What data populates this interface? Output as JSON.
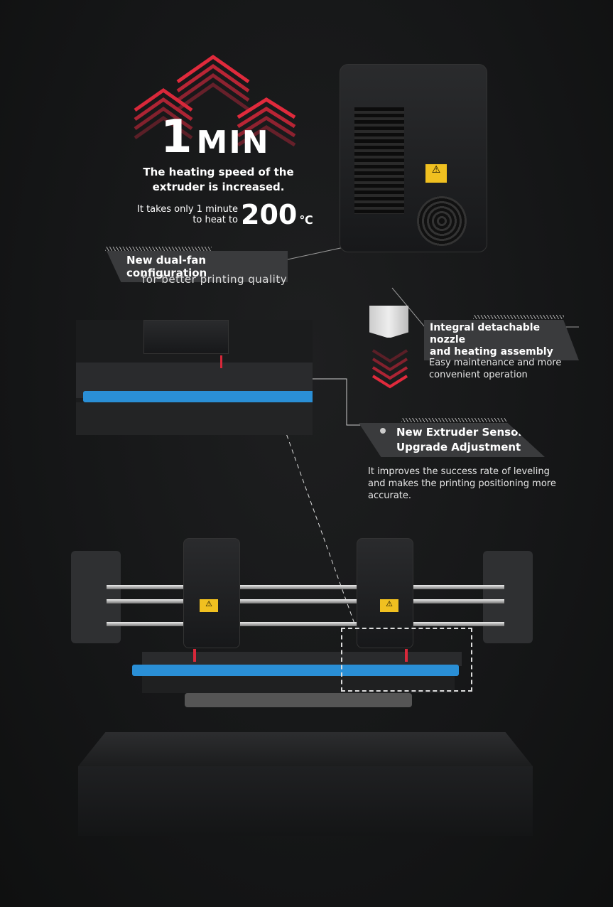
{
  "heating": {
    "time_number": "1",
    "time_unit": "MIN",
    "headline_line1": "The heating speed of the",
    "headline_line2": "extruder is increased.",
    "sub_line1": "It takes only 1 minute",
    "sub_line2": "to heat to",
    "temperature": "200",
    "temperature_unit": "℃"
  },
  "fan": {
    "title": "New dual-fan configuration",
    "subtitle": "for better printing quality"
  },
  "nozzle": {
    "title_line1": "Integral detachable nozzle",
    "title_line2": "and heating assembly",
    "desc_line1": "Easy maintenance and more",
    "desc_line2": "convenient operation"
  },
  "sensor": {
    "title_line1": "New Extruder Sensor",
    "title_line2": "Upgrade Adjustment",
    "desc_line1": "It improves the success rate of leveling",
    "desc_line2": "and makes the printing positioning more",
    "desc_line3": "accurate."
  },
  "colors": {
    "accent_red": "#d8283a",
    "bed_blue": "#2a8fd6"
  }
}
